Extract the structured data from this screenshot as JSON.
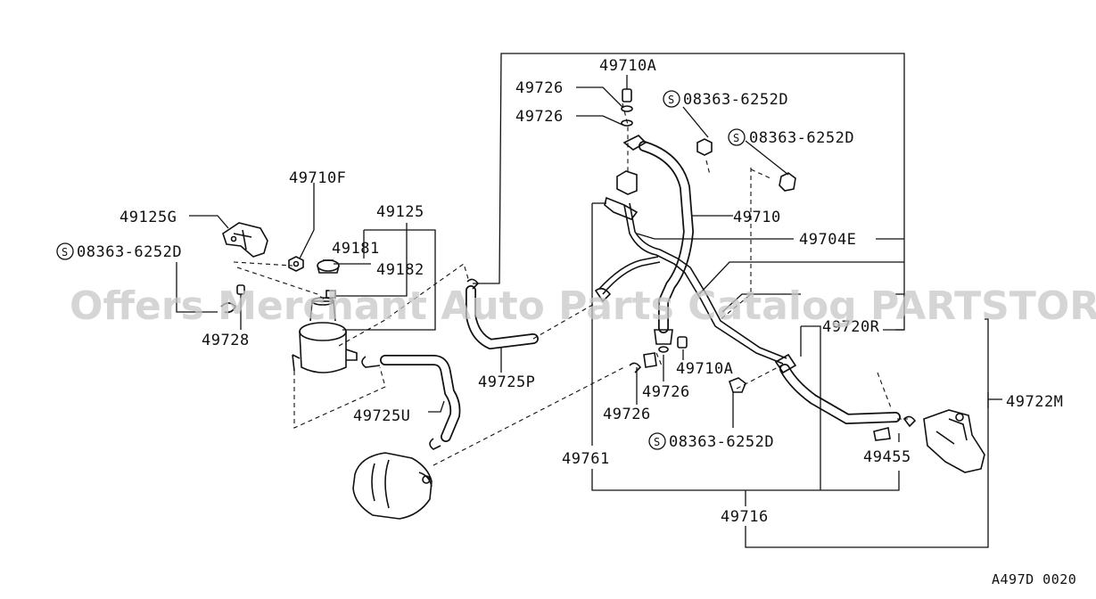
{
  "watermark": "Offers Merchant Auto Parts Catalog PARTSTORE.SA",
  "diagram_code": "A497D 0020",
  "labels": {
    "p49710F": "49710F",
    "p49125G": "49125G",
    "p49125": "49125",
    "p49181": "49181",
    "p49182": "49182",
    "s1": "08363-6252D",
    "p49728": "49728",
    "p49725U": "49725U",
    "p49725P": "49725P",
    "p49710A_top": "49710A",
    "p49726_a": "49726",
    "p49726_b": "49726",
    "s2": "08363-6252D",
    "s3": "08363-6252D",
    "p49710": "49710",
    "p49704E": "49704E",
    "p49720R": "49720R",
    "p49710A_mid": "49710A",
    "p49726_c": "49726",
    "p49726_d": "49726",
    "s4": "08363-6252D",
    "p49761": "49761",
    "p49455": "49455",
    "p49716": "49716",
    "p49722M": "49722M"
  }
}
